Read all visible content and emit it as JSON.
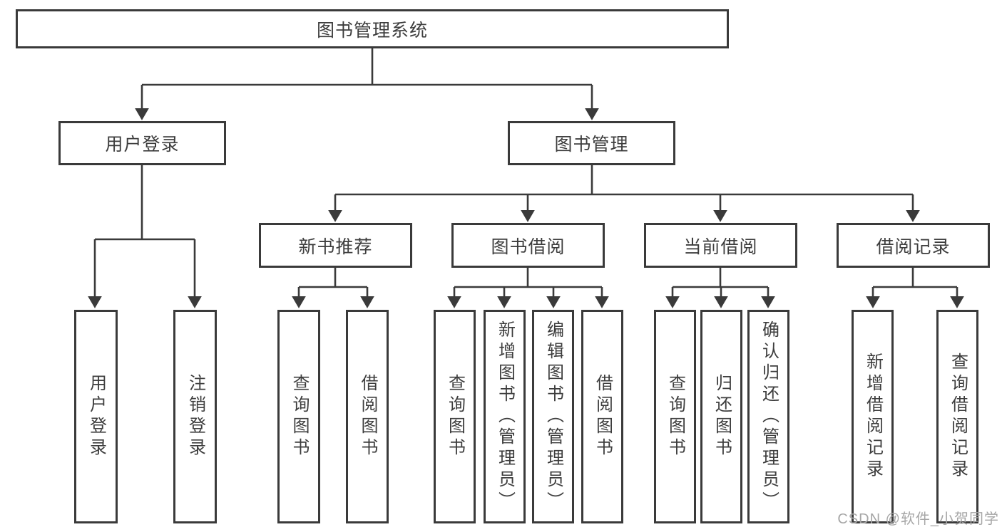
{
  "diagram": {
    "root": {
      "label": "图书管理系统"
    },
    "branches": [
      {
        "label": "用户登录",
        "children": [
          {
            "label": "用户登录"
          },
          {
            "label": "注销登录"
          }
        ]
      },
      {
        "label": "图书管理",
        "children": [
          {
            "label": "新书推荐",
            "children": [
              {
                "label": "查询图书"
              },
              {
                "label": "借阅图书"
              }
            ]
          },
          {
            "label": "图书借阅",
            "children": [
              {
                "label": "查询图书"
              },
              {
                "label": "新增图书（管理员）"
              },
              {
                "label": "编辑图书（管理员）"
              },
              {
                "label": "借阅图书"
              }
            ]
          },
          {
            "label": "当前借阅",
            "children": [
              {
                "label": "查询图书"
              },
              {
                "label": "归还图书"
              },
              {
                "label": "确认归还（管理员）"
              }
            ]
          },
          {
            "label": "借阅记录",
            "children": [
              {
                "label": "新增借阅记录"
              },
              {
                "label": "查询借阅记录"
              }
            ]
          }
        ]
      }
    ]
  },
  "watermark": {
    "text": "CSDN @软件_小贺同学"
  },
  "colors": {
    "line": "#3a3a3a",
    "text": "#3d3d3d",
    "background": "#ffffff",
    "watermark": "#a6a6a6"
  }
}
